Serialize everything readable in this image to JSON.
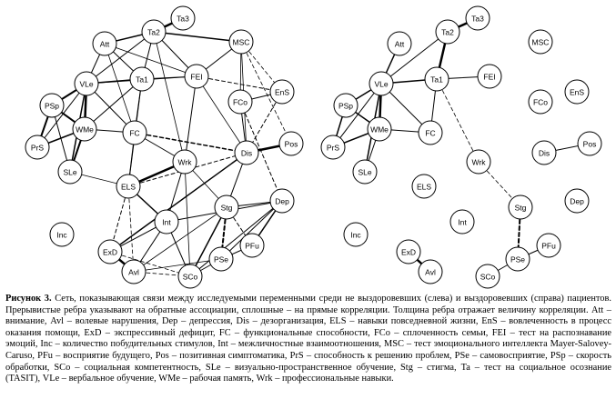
{
  "figure": {
    "graphs": [
      {
        "nodes": [
          {
            "id": "Ta3",
            "label": "Ta3"
          },
          {
            "id": "Ta2",
            "label": "Ta2"
          },
          {
            "id": "Att",
            "label": "Att"
          },
          {
            "id": "MSC",
            "label": "MSC"
          },
          {
            "id": "VLe",
            "label": "VLe"
          },
          {
            "id": "Ta1",
            "label": "Ta1"
          },
          {
            "id": "FEI",
            "label": "FEI"
          },
          {
            "id": "EnS",
            "label": "EnS"
          },
          {
            "id": "PSp",
            "label": "PSp"
          },
          {
            "id": "FCo",
            "label": "FCo"
          },
          {
            "id": "WMe",
            "label": "WMe"
          },
          {
            "id": "FC",
            "label": "FC"
          },
          {
            "id": "PrS",
            "label": "PrS"
          },
          {
            "id": "Pos",
            "label": "Pos"
          },
          {
            "id": "Dis",
            "label": "Dis"
          },
          {
            "id": "SLe",
            "label": "SLe"
          },
          {
            "id": "Wrk",
            "label": "Wrk"
          },
          {
            "id": "ELS",
            "label": "ELS"
          },
          {
            "id": "Stg",
            "label": "Stg"
          },
          {
            "id": "Dep",
            "label": "Dep"
          },
          {
            "id": "Int",
            "label": "Int"
          },
          {
            "id": "Inc",
            "label": "Inc"
          },
          {
            "id": "PFu",
            "label": "PFu"
          },
          {
            "id": "ExD",
            "label": "ExD"
          },
          {
            "id": "PSe",
            "label": "PSe"
          },
          {
            "id": "Avl",
            "label": "Avl"
          },
          {
            "id": "SCo",
            "label": "SCo"
          }
        ],
        "edges": [
          [
            "Ta2",
            "Ta3",
            "s",
            2.5
          ],
          [
            "Ta2",
            "Att",
            "s",
            1.5
          ],
          [
            "Ta2",
            "Ta1",
            "s",
            1
          ],
          [
            "Ta2",
            "MSC",
            "s",
            1.5
          ],
          [
            "Ta2",
            "VLe",
            "s",
            1
          ],
          [
            "Ta2",
            "FEI",
            "s",
            1
          ],
          [
            "Ta2",
            "Wrk",
            "s",
            0.8
          ],
          [
            "Att",
            "VLe",
            "s",
            1
          ],
          [
            "Att",
            "Ta1",
            "s",
            1
          ],
          [
            "Att",
            "FC",
            "s",
            0.8
          ],
          [
            "Att",
            "FEI",
            "s",
            0.8
          ],
          [
            "VLe",
            "Ta1",
            "s",
            1.5
          ],
          [
            "VLe",
            "PSp",
            "s",
            2
          ],
          [
            "VLe",
            "WMe",
            "s",
            2.5
          ],
          [
            "VLe",
            "PrS",
            "s",
            1
          ],
          [
            "VLe",
            "SLe",
            "s",
            1.5
          ],
          [
            "VLe",
            "FC",
            "s",
            1
          ],
          [
            "VLe",
            "FEI",
            "s",
            0.8
          ],
          [
            "PSp",
            "WMe",
            "s",
            2
          ],
          [
            "PSp",
            "PrS",
            "s",
            2
          ],
          [
            "PSp",
            "SLe",
            "s",
            1
          ],
          [
            "WMe",
            "PrS",
            "s",
            1.5
          ],
          [
            "WMe",
            "SLe",
            "s",
            2
          ],
          [
            "WMe",
            "FC",
            "s",
            1
          ],
          [
            "WMe",
            "Ta1",
            "s",
            1
          ],
          [
            "Ta1",
            "FEI",
            "s",
            1
          ],
          [
            "Ta1",
            "FC",
            "s",
            1
          ],
          [
            "Ta1",
            "ELS",
            "s",
            1
          ],
          [
            "FEI",
            "MSC",
            "s",
            1
          ],
          [
            "FEI",
            "Wrk",
            "s",
            1
          ],
          [
            "FEI",
            "Dis",
            "s",
            0.8
          ],
          [
            "MSC",
            "FCo",
            "s",
            0.8
          ],
          [
            "MSC",
            "Dis",
            "s",
            0.8
          ],
          [
            "FEI",
            "EnS",
            "d",
            1
          ],
          [
            "MSC",
            "EnS",
            "d",
            0.8
          ],
          [
            "MSC",
            "Pos",
            "d",
            0.8
          ],
          [
            "EnS",
            "FCo",
            "s",
            1
          ],
          [
            "FC",
            "ELS",
            "s",
            1
          ],
          [
            "FC",
            "Wrk",
            "s",
            1
          ],
          [
            "FC",
            "Dis",
            "d",
            1.5
          ],
          [
            "ELS",
            "Wrk",
            "s",
            2.5
          ],
          [
            "ELS",
            "Int",
            "s",
            1.5
          ],
          [
            "ELS",
            "SLe",
            "s",
            0.8
          ],
          [
            "ELS",
            "ExD",
            "d",
            1
          ],
          [
            "ELS",
            "Avl",
            "d",
            0.8
          ],
          [
            "ELS",
            "Dis",
            "d",
            1
          ],
          [
            "Wrk",
            "Int",
            "s",
            1
          ],
          [
            "Wrk",
            "Stg",
            "s",
            0.8
          ],
          [
            "Wrk",
            "SCo",
            "s",
            0.8
          ],
          [
            "Dis",
            "Pos",
            "s",
            2.5
          ],
          [
            "Dis",
            "Stg",
            "s",
            1
          ],
          [
            "Dis",
            "FCo",
            "s",
            1
          ],
          [
            "Dis",
            "ExD",
            "s",
            1.5
          ],
          [
            "Stg",
            "PSe",
            "d",
            2
          ],
          [
            "Stg",
            "PFu",
            "d",
            1
          ],
          [
            "Stg",
            "SCo",
            "s",
            1.5
          ],
          [
            "Stg",
            "Avl",
            "s",
            0.8
          ],
          [
            "Stg",
            "Dep",
            "s",
            1
          ],
          [
            "Dep",
            "PSe",
            "s",
            1
          ],
          [
            "Dep",
            "SCo",
            "s",
            1
          ],
          [
            "Dep",
            "Int",
            "s",
            1
          ],
          [
            "Dep",
            "PFu",
            "s",
            1.5
          ],
          [
            "PSe",
            "PFu",
            "s",
            1
          ],
          [
            "PSe",
            "SCo",
            "s",
            1
          ],
          [
            "PSe",
            "Avl",
            "s",
            0.8
          ],
          [
            "Int",
            "ExD",
            "s",
            1
          ],
          [
            "Int",
            "Avl",
            "s",
            1
          ],
          [
            "Int",
            "SCo",
            "s",
            1
          ],
          [
            "ExD",
            "Avl",
            "s",
            2.5
          ],
          [
            "Avl",
            "SCo",
            "d",
            0.8
          ],
          [
            "ExD",
            "SCo",
            "d",
            0.8
          ],
          [
            "FCo",
            "Dep",
            "d",
            1
          ],
          [
            "EnS",
            "Dis",
            "d",
            1
          ]
        ]
      },
      {
        "nodes": [
          {
            "id": "Ta3",
            "label": "Ta3"
          },
          {
            "id": "Ta2",
            "label": "Ta2"
          },
          {
            "id": "Att",
            "label": "Att"
          },
          {
            "id": "MSC",
            "label": "MSC"
          },
          {
            "id": "VLe",
            "label": "VLe"
          },
          {
            "id": "Ta1",
            "label": "Ta1"
          },
          {
            "id": "FEI",
            "label": "FEI"
          },
          {
            "id": "EnS",
            "label": "EnS"
          },
          {
            "id": "PSp",
            "label": "PSp"
          },
          {
            "id": "FCo",
            "label": "FCo"
          },
          {
            "id": "WMe",
            "label": "WMe"
          },
          {
            "id": "FC",
            "label": "FC"
          },
          {
            "id": "PrS",
            "label": "PrS"
          },
          {
            "id": "Pos",
            "label": "Pos"
          },
          {
            "id": "Dis",
            "label": "Dis"
          },
          {
            "id": "SLe",
            "label": "SLe"
          },
          {
            "id": "Wrk",
            "label": "Wrk"
          },
          {
            "id": "ELS",
            "label": "ELS"
          },
          {
            "id": "Stg",
            "label": "Stg"
          },
          {
            "id": "Dep",
            "label": "Dep"
          },
          {
            "id": "Int",
            "label": "Int"
          },
          {
            "id": "Inc",
            "label": "Inc"
          },
          {
            "id": "PFu",
            "label": "PFu"
          },
          {
            "id": "ExD",
            "label": "ExD"
          },
          {
            "id": "PSe",
            "label": "PSe"
          },
          {
            "id": "Avl",
            "label": "Avl"
          },
          {
            "id": "SCo",
            "label": "SCo"
          }
        ],
        "edges": [
          [
            "Ta2",
            "Ta3",
            "s",
            2.5
          ],
          [
            "Ta2",
            "Ta1",
            "s",
            2.5
          ],
          [
            "Ta2",
            "VLe",
            "s",
            1
          ],
          [
            "Att",
            "VLe",
            "s",
            1.5
          ],
          [
            "VLe",
            "Ta1",
            "s",
            1.5
          ],
          [
            "VLe",
            "PSp",
            "s",
            1.5
          ],
          [
            "VLe",
            "WMe",
            "s",
            2.5
          ],
          [
            "VLe",
            "PrS",
            "s",
            1
          ],
          [
            "VLe",
            "SLe",
            "s",
            1.5
          ],
          [
            "VLe",
            "FC",
            "s",
            1
          ],
          [
            "PSp",
            "WMe",
            "s",
            1.5
          ],
          [
            "PSp",
            "PrS",
            "s",
            1.5
          ],
          [
            "WMe",
            "PrS",
            "s",
            1.5
          ],
          [
            "WMe",
            "SLe",
            "s",
            1
          ],
          [
            "WMe",
            "FC",
            "s",
            1
          ],
          [
            "Ta1",
            "FEI",
            "s",
            1
          ],
          [
            "Ta1",
            "FC",
            "s",
            1
          ],
          [
            "Ta1",
            "Wrk",
            "d",
            0.8
          ],
          [
            "Dis",
            "Pos",
            "s",
            1
          ],
          [
            "Wrk",
            "Stg",
            "d",
            0.8
          ],
          [
            "Stg",
            "PSe",
            "d",
            2
          ],
          [
            "PSe",
            "PFu",
            "s",
            1
          ],
          [
            "PSe",
            "SCo",
            "s",
            1
          ],
          [
            "ExD",
            "Avl",
            "s",
            2.5
          ]
        ]
      }
    ]
  },
  "caption": {
    "label": "Рисунок 3.",
    "text": "Сеть, показывающая связи между исследуемыми переменными среди не выздоровевших (слева) и выздоровевших (справа) пациентов. Прерывистые ребра указывают на обратные ассоциации, сплошные – на прямые корреляции. Толщина ребра отражает величину корреляции. Att – внимание, Avl – волевые нарушения, Dep – депрессия, Dis – дезорганизация, ELS – навыки повседневной жизни, EnS – вовлеченность в процесс оказания помощи, ExD – экспрессивный дефицит, FC – функциональные способности, FCo – сплоченность семьи, FEI – тест на распознавание эмоций, Inc – количество побудительных стимулов, Int – межличностные взаимоотношения, MSC – тест эмоционального интеллекта Mayer-Salovey-Caruso, PFu – восприятие будущего, Pos – позитивная симптоматика, PrS – способность к решению проблем, PSe – самовосприятие, PSp – скорость обработки, SCo – социальная компетентность, SLe – визуально-пространственное обучение, Stg – стигма, Ta – тест на социальное осознание (TASIT), VLe – вербальное обучение, WMe – рабочая память, Wrk – профессиональные навыки."
  }
}
